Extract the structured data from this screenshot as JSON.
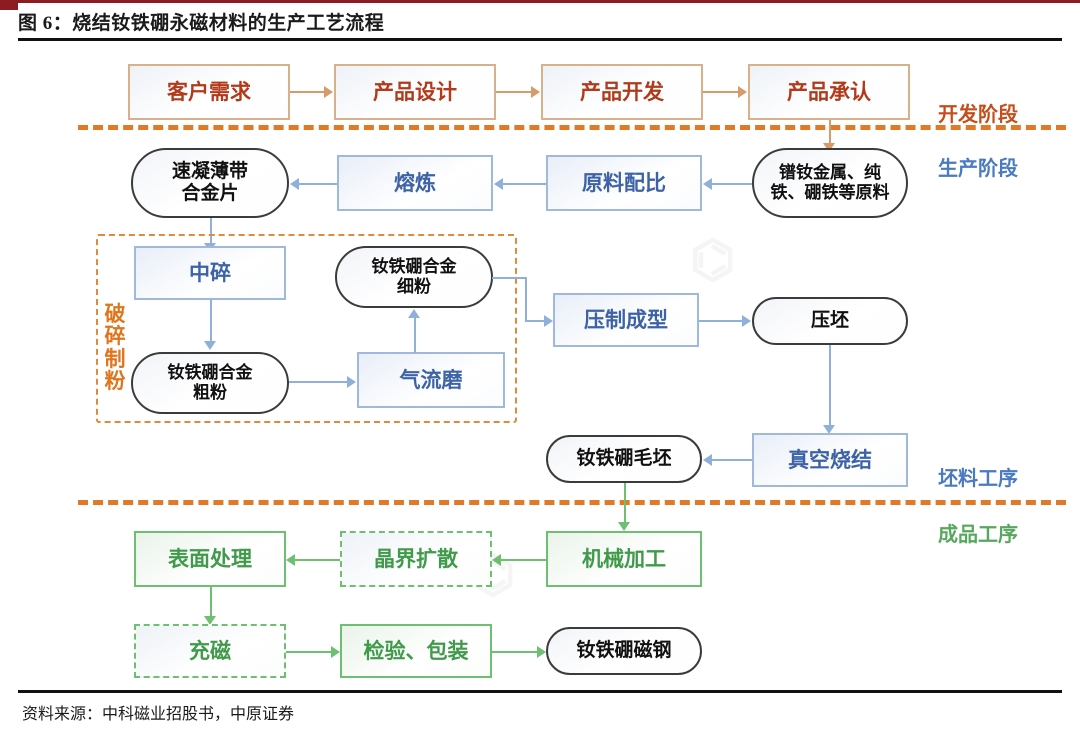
{
  "header": {
    "figure_label": "图 6：",
    "title": "图 6：烧结钕铁硼永磁材料的生产工艺流程"
  },
  "footer": {
    "source": "资料来源：中科磁业招股书，中原证券"
  },
  "stages": {
    "development": "开发阶段",
    "production": "生产阶段",
    "blank_process": "坯料工序",
    "finished_process": "成品工序"
  },
  "groups": {
    "crushing": "破碎制粉"
  },
  "nodes": {
    "customer_demand": "客户需求",
    "product_design": "产品设计",
    "product_development": "产品开发",
    "product_approval": "产品承认",
    "raw_materials": "镨钕金属、纯\n铁、硼铁等原料",
    "ingredient_ratio": "原料配比",
    "smelting": "熔炼",
    "strip_casting": "速凝薄带\n合金片",
    "medium_crushing": "中碎",
    "coarse_powder": "钕铁硼合金\n粗粉",
    "jet_milling": "气流磨",
    "fine_powder": "钕铁硼合金\n细粉",
    "press_forming": "压制成型",
    "green_compact": "压坯",
    "vacuum_sintering": "真空烧结",
    "ndfeb_blank": "钕铁硼毛坯",
    "machining": "机械加工",
    "grain_boundary_diffusion": "晶界扩散",
    "surface_treatment": "表面处理",
    "magnetizing": "充磁",
    "inspection_packaging": "检验、包装",
    "ndfeb_magnet_steel": "钕铁硼磁钢"
  },
  "colors": {
    "accent_red": "#8c1b22",
    "dev_orange": "#b23a1b",
    "process_blue": "#3d63a6",
    "finish_green": "#3f9a49",
    "divider_orange": "#e07a28",
    "group_orange": "#e0761c"
  }
}
